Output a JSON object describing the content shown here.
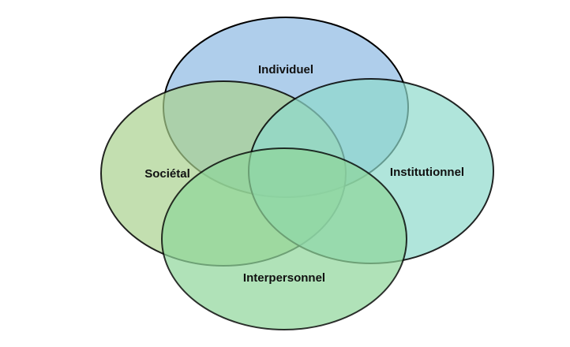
{
  "diagram": {
    "type": "venn",
    "sets": [
      {
        "id": "individuel",
        "label": "Individuel",
        "color": "#9dc3e6"
      },
      {
        "id": "societal",
        "label": "Sociétal",
        "color": "#a9d18e"
      },
      {
        "id": "institutionnel",
        "label": "Institutionnel",
        "color": "#8fdacc"
      },
      {
        "id": "interpersonnel",
        "label": "Interpersonnel",
        "color": "#8fd69a"
      }
    ],
    "stroke_color": "#000000"
  }
}
